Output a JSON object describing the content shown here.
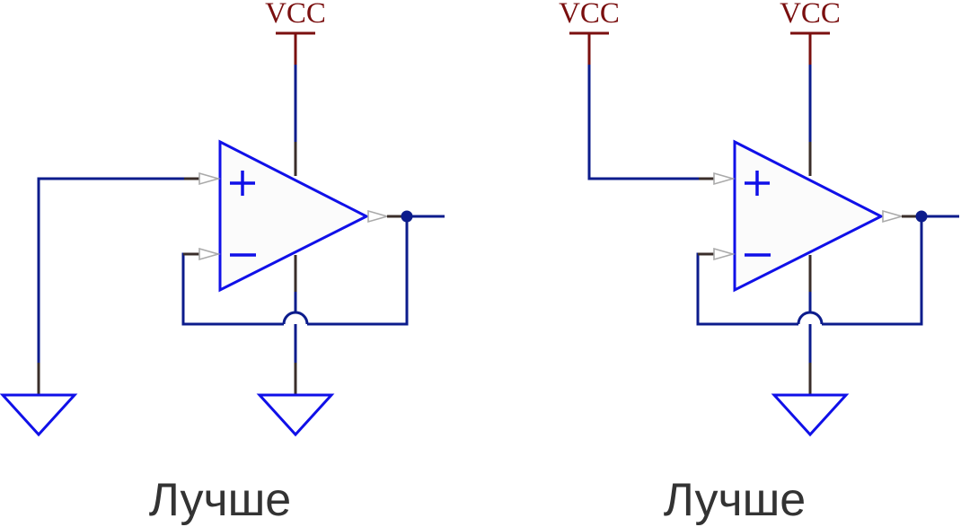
{
  "diagram": {
    "power_label": "VCC",
    "circuits": [
      {
        "caption": "Лучше"
      },
      {
        "caption": "Лучше"
      }
    ]
  }
}
